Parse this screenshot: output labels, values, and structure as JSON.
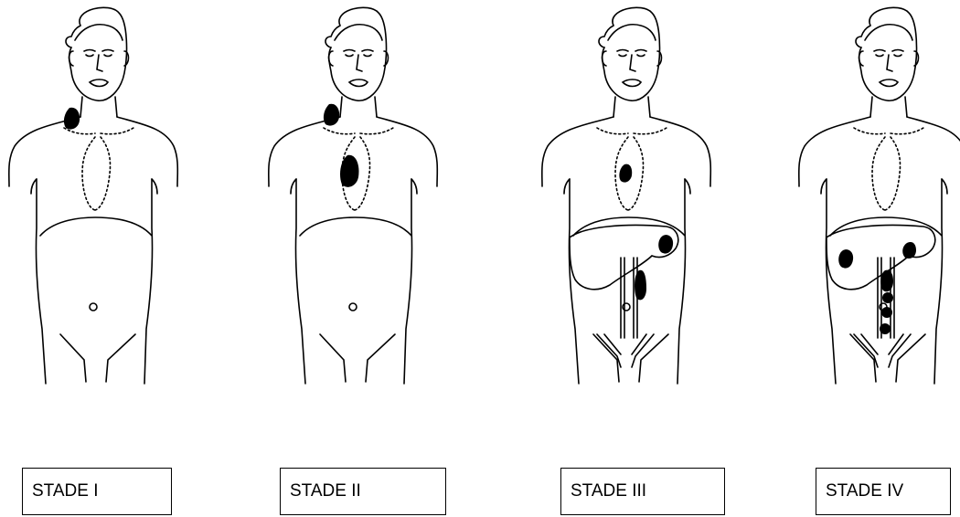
{
  "stages": [
    {
      "label": "STADE I"
    },
    {
      "label": "STADE II"
    },
    {
      "label": "STADE III"
    },
    {
      "label": "STADE IV"
    }
  ],
  "colors": {
    "line": "#000000",
    "lesion": "#000000",
    "background": "#ffffff"
  }
}
